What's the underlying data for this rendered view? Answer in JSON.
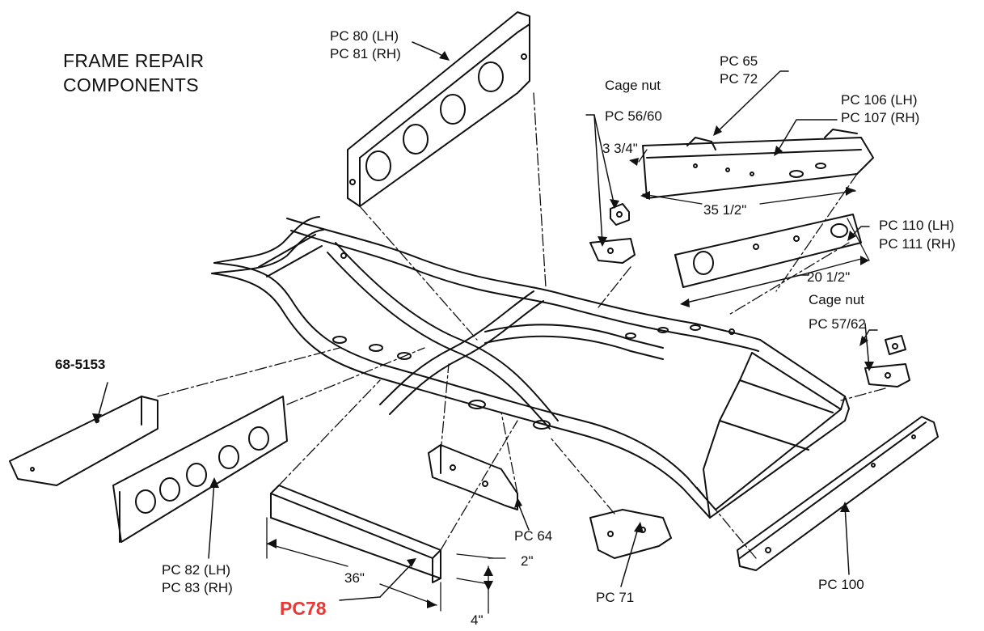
{
  "title": {
    "line1": "FRAME REPAIR",
    "line2": "COMPONENTS"
  },
  "parts": {
    "pc80": "PC 80 (LH)",
    "pc81": "PC 81 (RH)",
    "cage_nut_1": "Cage nut",
    "pc56_60": "PC 56/60",
    "pc65": "PC 65",
    "pc72": "PC 72",
    "pc106": "PC 106 (LH)",
    "pc107": "PC 107 (RH)",
    "pc110": "PC 110 (LH)",
    "pc111": "PC 111 (RH)",
    "cage_nut_2": "Cage nut",
    "pc57_62": "PC 57/62",
    "part_68_5153": "68-5153",
    "pc82": "PC 82 (LH)",
    "pc83": "PC 83 (RH)",
    "pc78": "PC78",
    "pc64": "PC 64",
    "pc71": "PC 71",
    "pc100": "PC 100"
  },
  "dimensions": {
    "d3_3_4": "3 3/4\"",
    "d35_1_2": "35 1/2\"",
    "d20_1_2": "20 1/2\"",
    "d36": "36\"",
    "d2": "2\"",
    "d4": "4\""
  },
  "colors": {
    "ink": "#111111",
    "highlight": "#e53935",
    "background": "#ffffff"
  }
}
